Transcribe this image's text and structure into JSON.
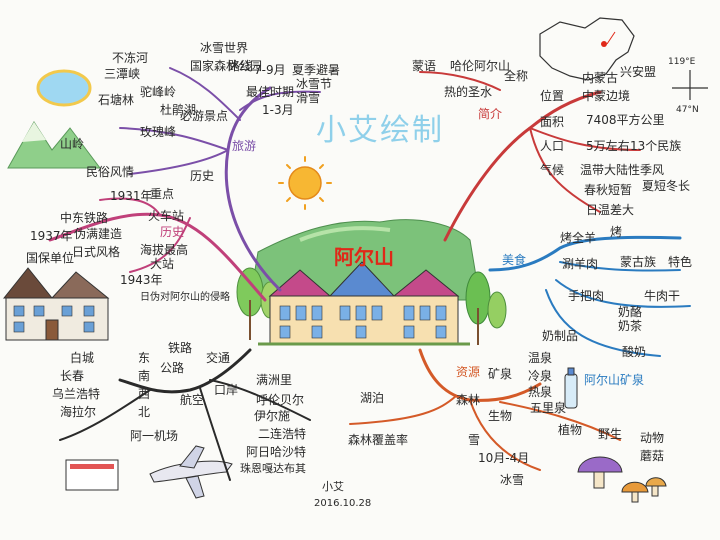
{
  "watermark": "小艾绘制",
  "central_title": "阿尔山",
  "signature": {
    "name": "小艾",
    "date": "2016.10.28"
  },
  "branches": {
    "travel": {
      "label": "旅游",
      "items": [
        "三潭峡",
        "不冻河",
        "石塘林",
        "驼峰岭",
        "杜鹃湖",
        "山岭",
        "民俗风情",
        "玫瑰峰",
        "冰雪世界",
        "国家森林公园",
        "必游景点",
        "最佳时期",
        "7-9月",
        "夏季避暑",
        "1-3月",
        "滑雪",
        "冰雪节",
        "路线"
      ]
    },
    "history": {
      "label": "历史",
      "items": [
        "中东铁路",
        "1937年",
        "伪满建造",
        "日式风格",
        "国保单位",
        "火车站",
        "1931年",
        "海拔最高",
        "大站",
        "重点",
        "1943年",
        "日伪对阿尔山的侵略",
        "历史"
      ]
    },
    "overview": {
      "label": "简介",
      "items": [
        "蒙语",
        "哈伦阿尔山",
        "热的圣水",
        "全称",
        "位置",
        "内蒙古",
        "兴安盟",
        "中蒙边境",
        "面积",
        "7408平方公里",
        "人口",
        "5万左右",
        "13个民族",
        "气候",
        "温带大陆性季风",
        "春秋短暂",
        "夏短冬长",
        "日温差大",
        "119°E",
        "47°N"
      ]
    },
    "food": {
      "label": "美食",
      "items": [
        "烤全羊",
        "烤",
        "蒙古族",
        "特色",
        "涮羊肉",
        "牛肉干",
        "手把肉",
        "奶茶",
        "奶酪",
        "奶制品",
        "酸奶"
      ]
    },
    "resources": {
      "label": "资源",
      "items": [
        "矿泉",
        "温泉",
        "冷泉",
        "热泉",
        "五里泉",
        "森林",
        "湖泊",
        "生物",
        "植物",
        "野生",
        "动物",
        "蘑菇",
        "雪",
        "10月-4月",
        "冰雪",
        "阿尔山矿泉",
        "森林覆盖率"
      ]
    },
    "transport": {
      "label": "交通",
      "items": [
        "铁路",
        "公路",
        "航空",
        "白城",
        "长春",
        "乌兰浩特",
        "海拉尔",
        "呼伦贝尔",
        "伊尔施",
        "阿一机场",
        "东",
        "南",
        "西",
        "北",
        "口岸",
        "满洲里",
        "二连浩特",
        "阿日哈沙特",
        "珠恩嘎达布其"
      ]
    }
  },
  "palette": {
    "travel": "#7b4fa8",
    "history": "#c0407a",
    "overview": "#c83a3a",
    "food": "#2a7bc0",
    "resources": "#d45a28",
    "transport": "#2a2a2a",
    "title": "#e02818",
    "watermark": "#8fd0ea"
  }
}
